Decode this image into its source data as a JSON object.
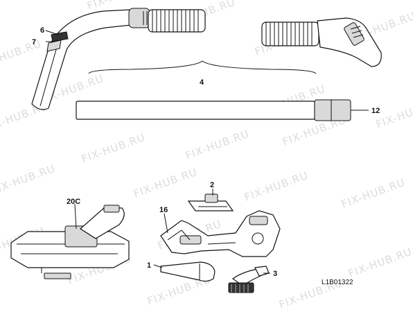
{
  "watermark": {
    "text": "FIX-HUB.RU",
    "color": "#dcdcdc"
  },
  "callouts": {
    "c6": "6",
    "c7": "7",
    "c4": "4",
    "c12": "12",
    "c2": "2",
    "c20c": "20C",
    "c16": "16",
    "c1": "1",
    "c3": "3"
  },
  "drawing_code": "L1B01322",
  "parts": [
    {
      "number": "6",
      "icon": "hose-handle-slider-icon"
    },
    {
      "number": "7",
      "icon": "hose-handle-button-icon"
    },
    {
      "number": "4",
      "icon": "flexible-hose-icon"
    },
    {
      "number": "12",
      "icon": "extension-tube-icon"
    },
    {
      "number": "2",
      "icon": "upholstery-nozzle-icon"
    },
    {
      "number": "20C",
      "icon": "floor-nozzle-icon"
    },
    {
      "number": "16",
      "icon": "turbo-brush-icon"
    },
    {
      "number": "1",
      "icon": "crevice-tool-icon"
    },
    {
      "number": "3",
      "icon": "dusting-brush-icon"
    }
  ]
}
